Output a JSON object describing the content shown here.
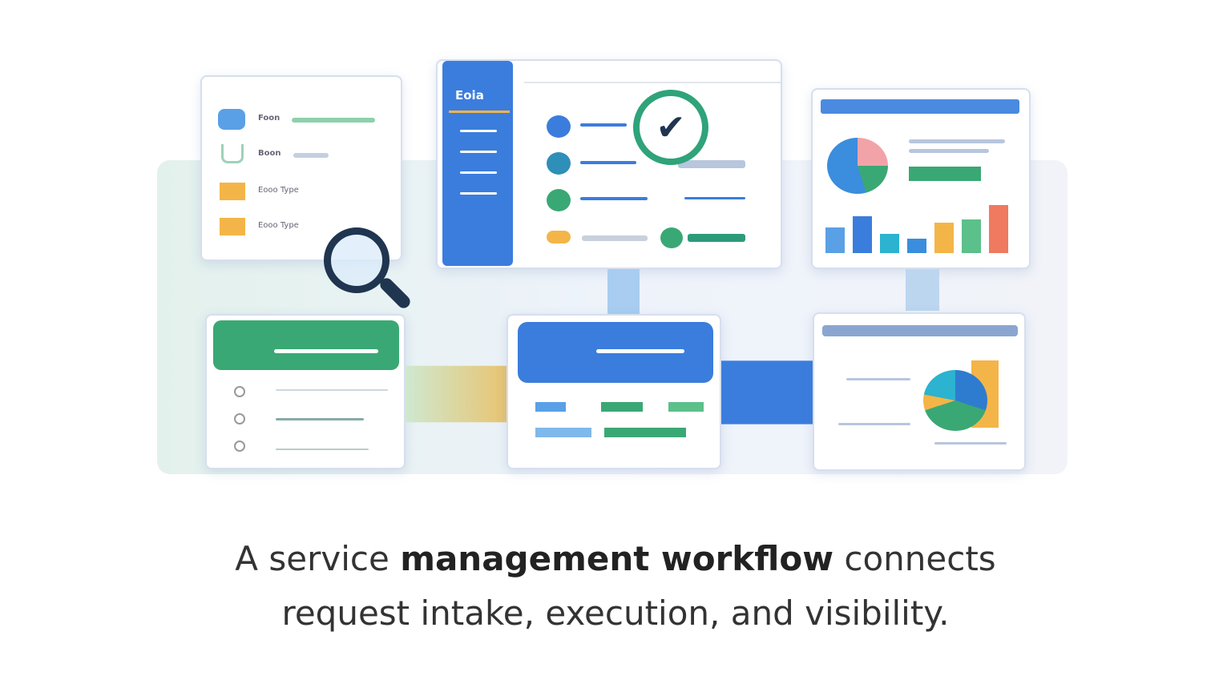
{
  "intake_card": {
    "rows": [
      {
        "label": "Foon",
        "icon": "pen-icon"
      },
      {
        "label": "Boon",
        "icon": "check-icon"
      },
      {
        "label": "Eooo Type",
        "icon": "folder-icon"
      },
      {
        "label": "Eooo Type",
        "icon": "folder-icon"
      }
    ]
  },
  "monitor": {
    "sidebar_label": "Eoia"
  },
  "caption": {
    "line1_a": "A service ",
    "line1_b": "management workflow",
    "line1_c": " connects",
    "line2": "request intake, execution, and visibility."
  },
  "colors": {
    "blue": "#3b7ddd",
    "green": "#3aa874",
    "orange": "#f3b548",
    "red": "#ef7a5f",
    "navy": "#1f3550"
  }
}
